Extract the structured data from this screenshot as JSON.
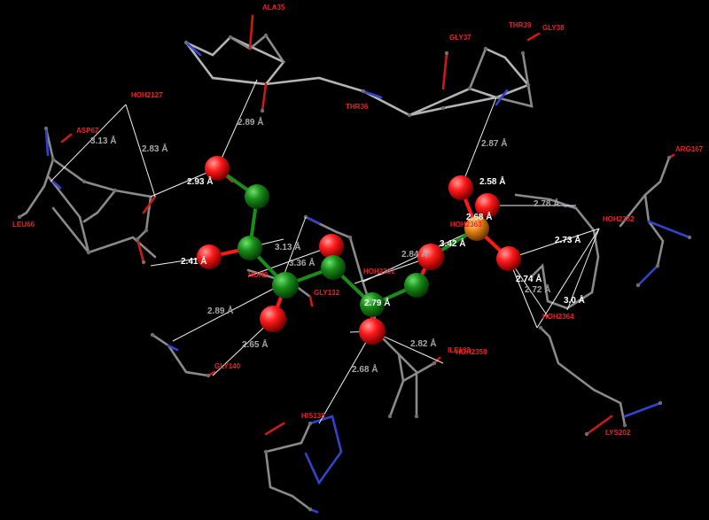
{
  "colors": {
    "background": "#000000",
    "carbon_bond": "#8a8a8a",
    "backbone_bond": "#b4b4b4",
    "nitrogen": "#3344cc",
    "oxygen_bond": "#cc1a1a",
    "ligand_carbon": "#1a8c1a",
    "ligand_oxygen": "#ff1a1a",
    "phosphorus": "#e8821a",
    "hbond": "#f2f2f2",
    "residue_label": "#ee2222",
    "distance_white": "#ffffff",
    "distance_grey": "#a8a8a8"
  },
  "residue_labels": [
    "ALA35",
    "THR39",
    "GLY38",
    "GLY37",
    "THR36",
    "HOH2127",
    "ASP67",
    "ARG167",
    "LEU66",
    "HOH2362",
    "HOH2363",
    "HOH2361",
    "HOH2",
    "GLY132",
    "HOH2364",
    "GLY140",
    "ILE133",
    "HOH2359",
    "HIS138",
    "LYS202"
  ],
  "distance_labels": [
    "2.89 Å",
    "2.83 Å",
    "3.13 Å",
    "2.87 Å",
    "2.93 Å",
    "2.58 Å",
    "2.78 Å",
    "2.68 Å",
    "3.13 Å",
    "3.42 Å",
    "2.84 Å",
    "2.73 Å",
    "3.36 Å",
    "2.41 Å",
    "2.74 Å",
    "2.72 Å",
    "3.0 Å",
    "2.89 Å",
    "2.79 Å",
    "2.82 Å",
    "2.65 Å",
    "2.68 Å"
  ]
}
